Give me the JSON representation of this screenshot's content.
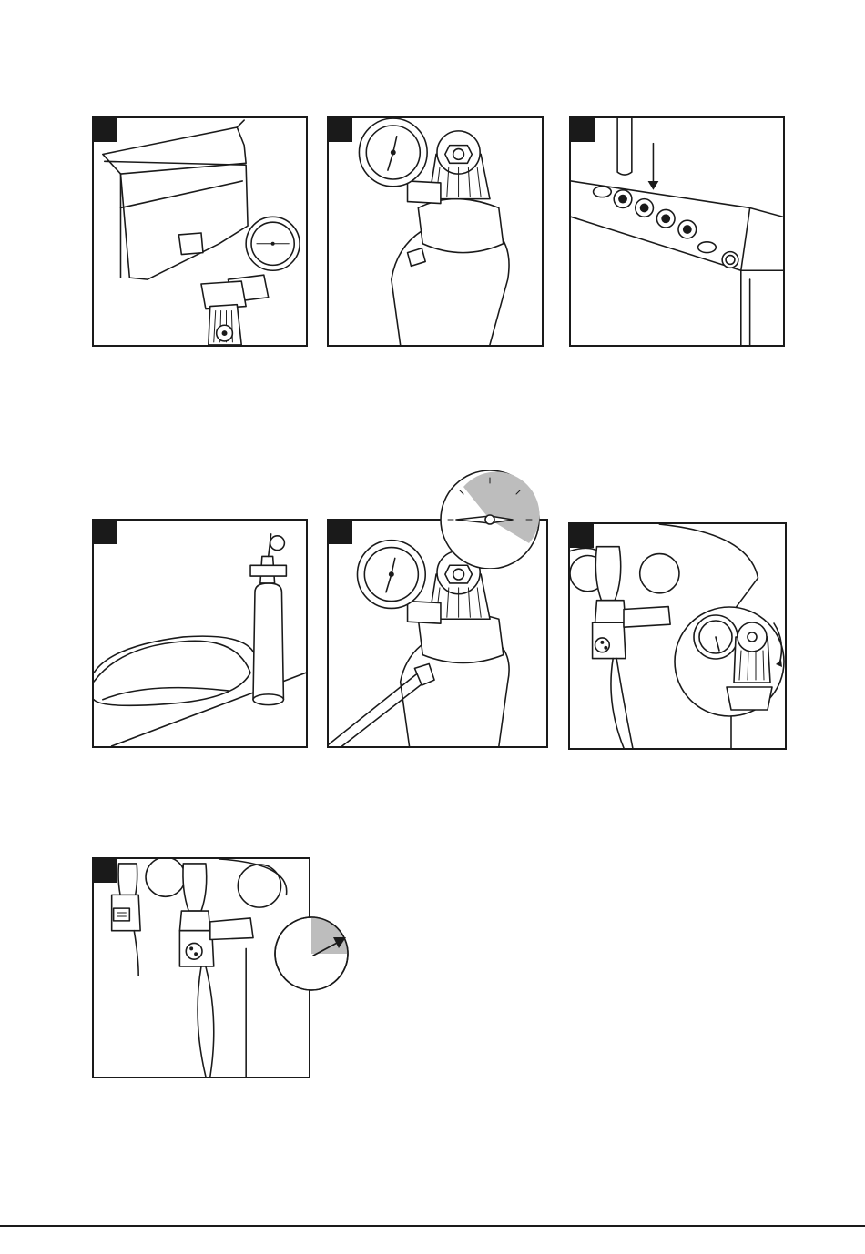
{
  "document": {
    "panels": [
      {
        "id": "step-1",
        "subject": "regulator-mounted-on-keg-cooler"
      },
      {
        "id": "step-2",
        "subject": "regulator-on-co2-cylinder"
      },
      {
        "id": "step-3",
        "subject": "press-fit-gas-connectors"
      },
      {
        "id": "step-4",
        "subject": "gas-hose-and-cylinder"
      },
      {
        "id": "step-5",
        "subject": "regulator-pressure-gauge"
      },
      {
        "id": "step-6",
        "subject": "dispensing-taps-and-regulator-knob"
      },
      {
        "id": "step-7",
        "subject": "open-tap-lever"
      }
    ],
    "callouts": {
      "step_5_gauge_level": 0.25,
      "step_7_lever_direction": "forward"
    },
    "colors": {
      "line": "#1a1a1a",
      "shade": "#bdbdbd",
      "paper": "#ffffff"
    }
  }
}
